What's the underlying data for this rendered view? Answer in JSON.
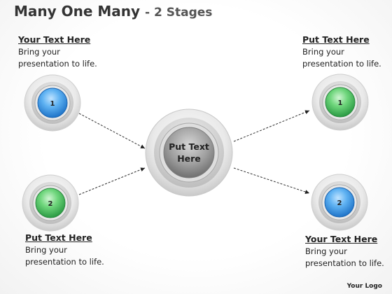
{
  "title": {
    "main": "Many One Many",
    "sub": "- 2 Stages"
  },
  "center": {
    "line1": "Put Text",
    "line2": "Here"
  },
  "left_top": {
    "number": "1",
    "color": "blue",
    "heading": "Your Text Here",
    "body1": "Bring your",
    "body2": "presentation to life."
  },
  "left_bottom": {
    "number": "2",
    "color": "green",
    "heading": "Put Text Here",
    "body1": "Bring your",
    "body2": "presentation to life."
  },
  "right_top": {
    "number": "1",
    "color": "green",
    "heading": "Put Text Here",
    "body1": "Bring your",
    "body2": "presentation to life."
  },
  "right_bottom": {
    "number": "2",
    "color": "blue",
    "heading": "Your Text Here",
    "body1": "Bring your",
    "body2": "presentation to life."
  },
  "logo": "Your Logo",
  "colors": {
    "blue": "#2f8fe0",
    "green": "#3fbf5a",
    "ring": "#d7d7d7",
    "center": "#8a8a8a"
  }
}
